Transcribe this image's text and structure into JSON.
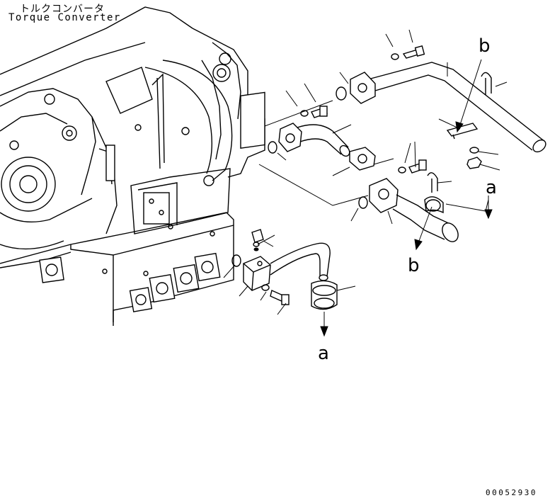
{
  "title": {
    "japanese": "トルクコンバータ",
    "english": "Torque Converter"
  },
  "references": {
    "b_upper": "b",
    "a_right": "a",
    "b_lower": "b",
    "a_lower": "a"
  },
  "document_number": "00052930"
}
